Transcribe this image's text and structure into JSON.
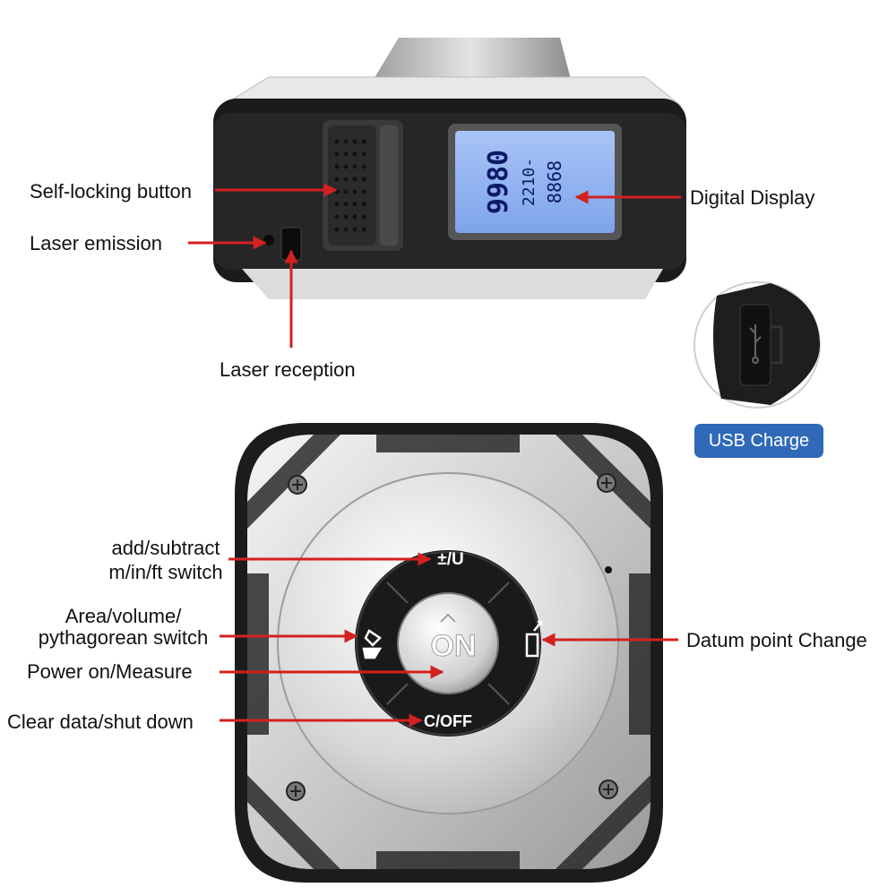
{
  "top_labels": {
    "self_locking": "Self-locking button",
    "laser_emission": "Laser emission",
    "laser_reception": "Laser reception",
    "digital_display": "Digital Display"
  },
  "usb": {
    "label": "USB Charge"
  },
  "lcd": {
    "line1": "9980",
    "line2": "2210-",
    "line3": "8868"
  },
  "keypad": {
    "top": "±/U",
    "center": "ON",
    "bottom": "C/OFF"
  },
  "bottom_labels": {
    "add_subtract_1": "add/subtract",
    "add_subtract_2": "m/in/ft switch",
    "area_1": "Area/volume/",
    "area_2": "pythagorean switch",
    "power": "Power on/Measure",
    "clear": "Clear data/shut down",
    "datum": "Datum point Change"
  },
  "colors": {
    "arrow": "#d42020",
    "usb_badge": "#2f69b8",
    "lcd_bg": "#8fb3f2"
  },
  "icons": [
    "usb-icon",
    "area-icon",
    "datum-icon",
    "triangle-icon"
  ]
}
